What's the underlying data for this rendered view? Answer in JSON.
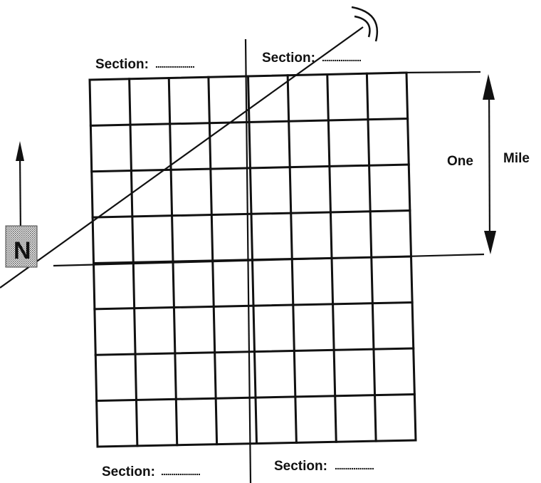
{
  "diagram": {
    "labels": {
      "section_top_left": "Section:",
      "section_top_right": "Section:",
      "section_bottom_left": "Section:",
      "section_bottom_right": "Section:",
      "section_blank": "...................",
      "scale_word_1": "One",
      "scale_word_2": "Mile",
      "north_letter": "N"
    },
    "grid": {
      "columns": 8,
      "rows": 8
    },
    "colors": {
      "ink": "#111111",
      "compass_box": "#a8a8a8",
      "background": "#ffffff"
    },
    "icons": {
      "north_arrow": "arrow-up-icon",
      "scale_arrows": "double-arrow-vertical-icon",
      "signal_wave": "signal-wave-icon"
    }
  }
}
